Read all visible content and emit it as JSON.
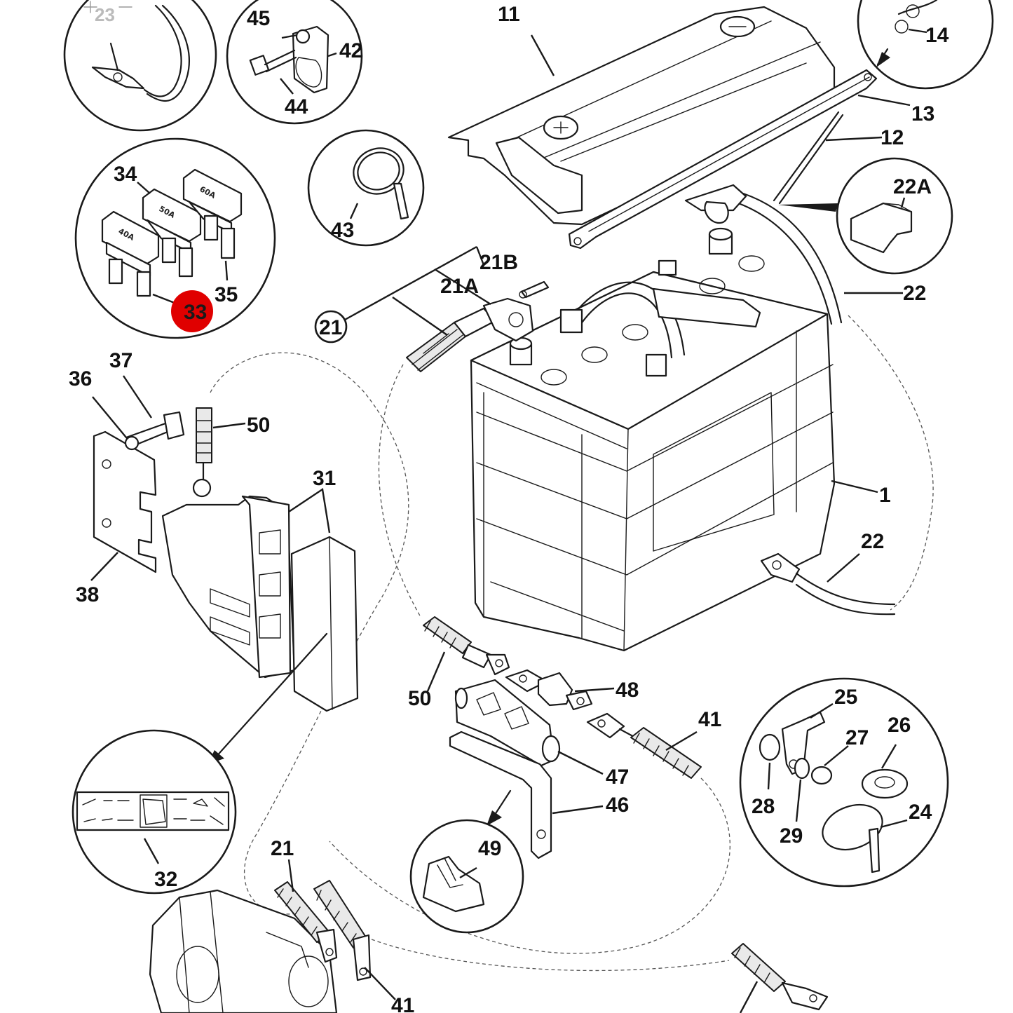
{
  "callouts": {
    "c1": "1",
    "c11": "11",
    "c12": "12",
    "c13": "13",
    "c14": "14",
    "c21": "21",
    "c21a": "21A",
    "c21b": "21B",
    "c21_bottom": "21",
    "c22_top": "22",
    "c22_bottom": "22",
    "c22a": "22A",
    "c23": "23",
    "c24": "24",
    "c25": "25",
    "c26": "26",
    "c27": "27",
    "c28": "28",
    "c29": "29",
    "c31": "31",
    "c32": "32",
    "c33": "33",
    "c34": "34",
    "c35": "35",
    "c36": "36",
    "c37": "37",
    "c38": "38",
    "c41_mid": "41",
    "c41_bottom": "41",
    "c42": "42",
    "c43": "43",
    "c44": "44",
    "c45": "45",
    "c46": "46",
    "c47": "47",
    "c48": "48",
    "c49": "49",
    "c50_top": "50",
    "c50_mid": "50"
  },
  "fuse_labels": {
    "f40": "40A",
    "f50": "50A",
    "f60": "60A"
  },
  "highlighted_callout": "33",
  "colors": {
    "highlight": "#e00000",
    "line": "#1a1a1a",
    "background": "#ffffff"
  }
}
